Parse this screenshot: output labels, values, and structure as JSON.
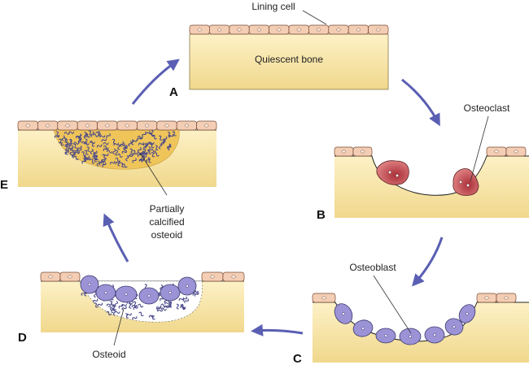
{
  "panels": {
    "A": {
      "letter": "A",
      "label": "Quiescent bone",
      "callout": "Lining cell"
    },
    "B": {
      "letter": "B",
      "callout": "Osteoclast"
    },
    "C": {
      "letter": "C",
      "callout": "Osteoblast"
    },
    "D": {
      "letter": "D",
      "callout": "Osteoid"
    },
    "E": {
      "letter": "E",
      "callout_lines": [
        "Partially",
        "calcified",
        "osteoid"
      ]
    }
  },
  "colors": {
    "bone_top": "#fdf1c6",
    "bone_bottom": "#f0d88c",
    "lining_cell": "#f3cdb4",
    "lining_outline": "#7a4b35",
    "osteoclast": "#c0404a",
    "osteoblast": "#9b93d6",
    "osteoid_dots": "#4a4a8a",
    "calcified_fill": "#efc55a",
    "arrow": "#5a5fb3"
  }
}
